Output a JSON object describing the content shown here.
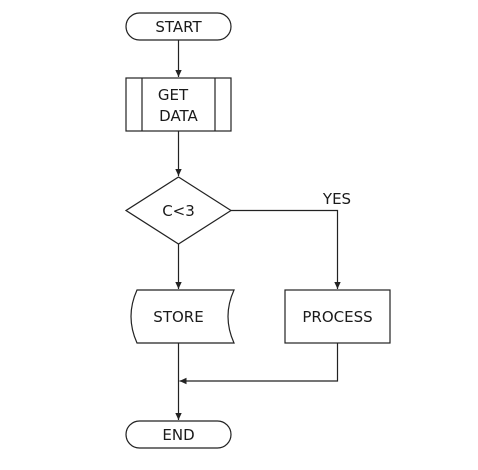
{
  "colors": {
    "line": "#222222",
    "fill": "#ffffff",
    "text": "#1a1a1a"
  },
  "nodes": {
    "start": "START",
    "get_data_line1": "GET",
    "get_data_line2": "DATA",
    "decision": "C<3",
    "store": "STORE",
    "process": "PROCESS",
    "end": "END"
  },
  "edges": {
    "yes_label": "YES"
  }
}
